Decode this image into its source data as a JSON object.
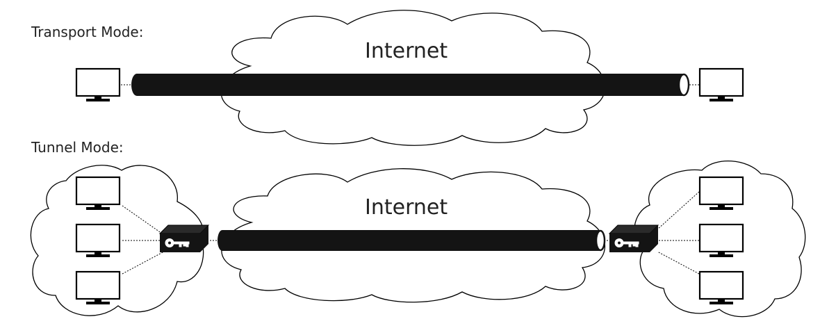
{
  "sections": {
    "transport": {
      "title": "Transport Mode:",
      "cloud_label": "Internet"
    },
    "tunnel": {
      "title": "Tunnel Mode:",
      "cloud_label": "Internet"
    }
  },
  "icons": {
    "host": "monitor-icon",
    "gateway": "encryption-gateway-icon",
    "key": "key-icon",
    "tunnel": "tunnel-tube-icon",
    "network": "cloud-icon"
  },
  "colors": {
    "tunnel": "#141414",
    "line": "#000000",
    "text": "#222222",
    "background": "#ffffff"
  }
}
